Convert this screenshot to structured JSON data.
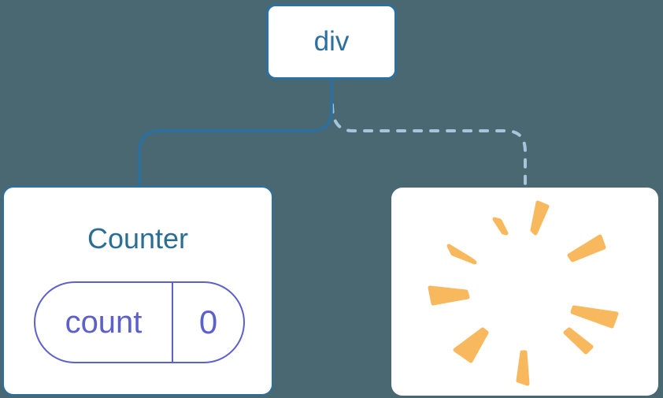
{
  "diagram": {
    "description": "component tree",
    "background_color": "#496872",
    "root_node": {
      "label": "div",
      "color": "#2B70A1"
    },
    "connectors": {
      "left_style": "solid",
      "left_color": "#2B70A1",
      "right_style": "dashed",
      "right_color": "#A4C5DB"
    },
    "counter_card": {
      "title": "Counter",
      "title_color": "#2B6E94",
      "state_pill": {
        "key": "count",
        "value": "0",
        "color": "#5C60CB"
      }
    },
    "removed_card": {
      "icon": "poof-burst-icon",
      "icon_color": "#F8B95E"
    }
  }
}
